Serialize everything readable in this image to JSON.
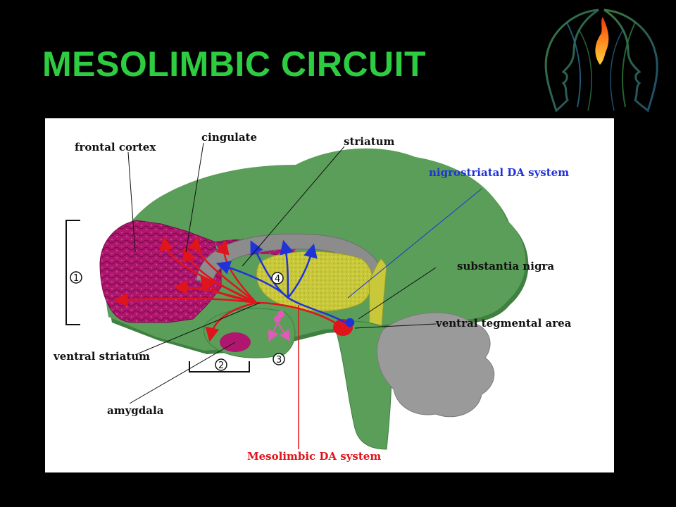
{
  "slide": {
    "title": "MESOLIMBIC CIRCUIT"
  },
  "logo": {
    "icon": "twin-head-flame-logo-icon"
  },
  "diagram": {
    "labels": {
      "frontal_cortex": "frontal cortex",
      "cingulate": "cingulate",
      "striatum": "striatum",
      "nigrostriatal": "nigrostriatal DA system",
      "substantia_nigra": "substantia nigra",
      "ventral_tegmental_area": "ventral tegmental area",
      "ventral_striatum": "ventral striatum",
      "amygdala": "amygdala",
      "mesolimbic": "Mesolimbic DA system"
    },
    "markers": {
      "m1": "1",
      "m2": "2",
      "m3": "3",
      "m4": "4"
    }
  },
  "colors": {
    "title_green": "#2ecc40",
    "brain_green": "#5a9e5a",
    "cortex_magenta": "#b0166e",
    "striatum_yellow": "#c8c83a",
    "cerebellum_gray": "#9a9a9a",
    "dopamine_blue": "#1f33d8",
    "dopamine_red": "#e0141b"
  }
}
